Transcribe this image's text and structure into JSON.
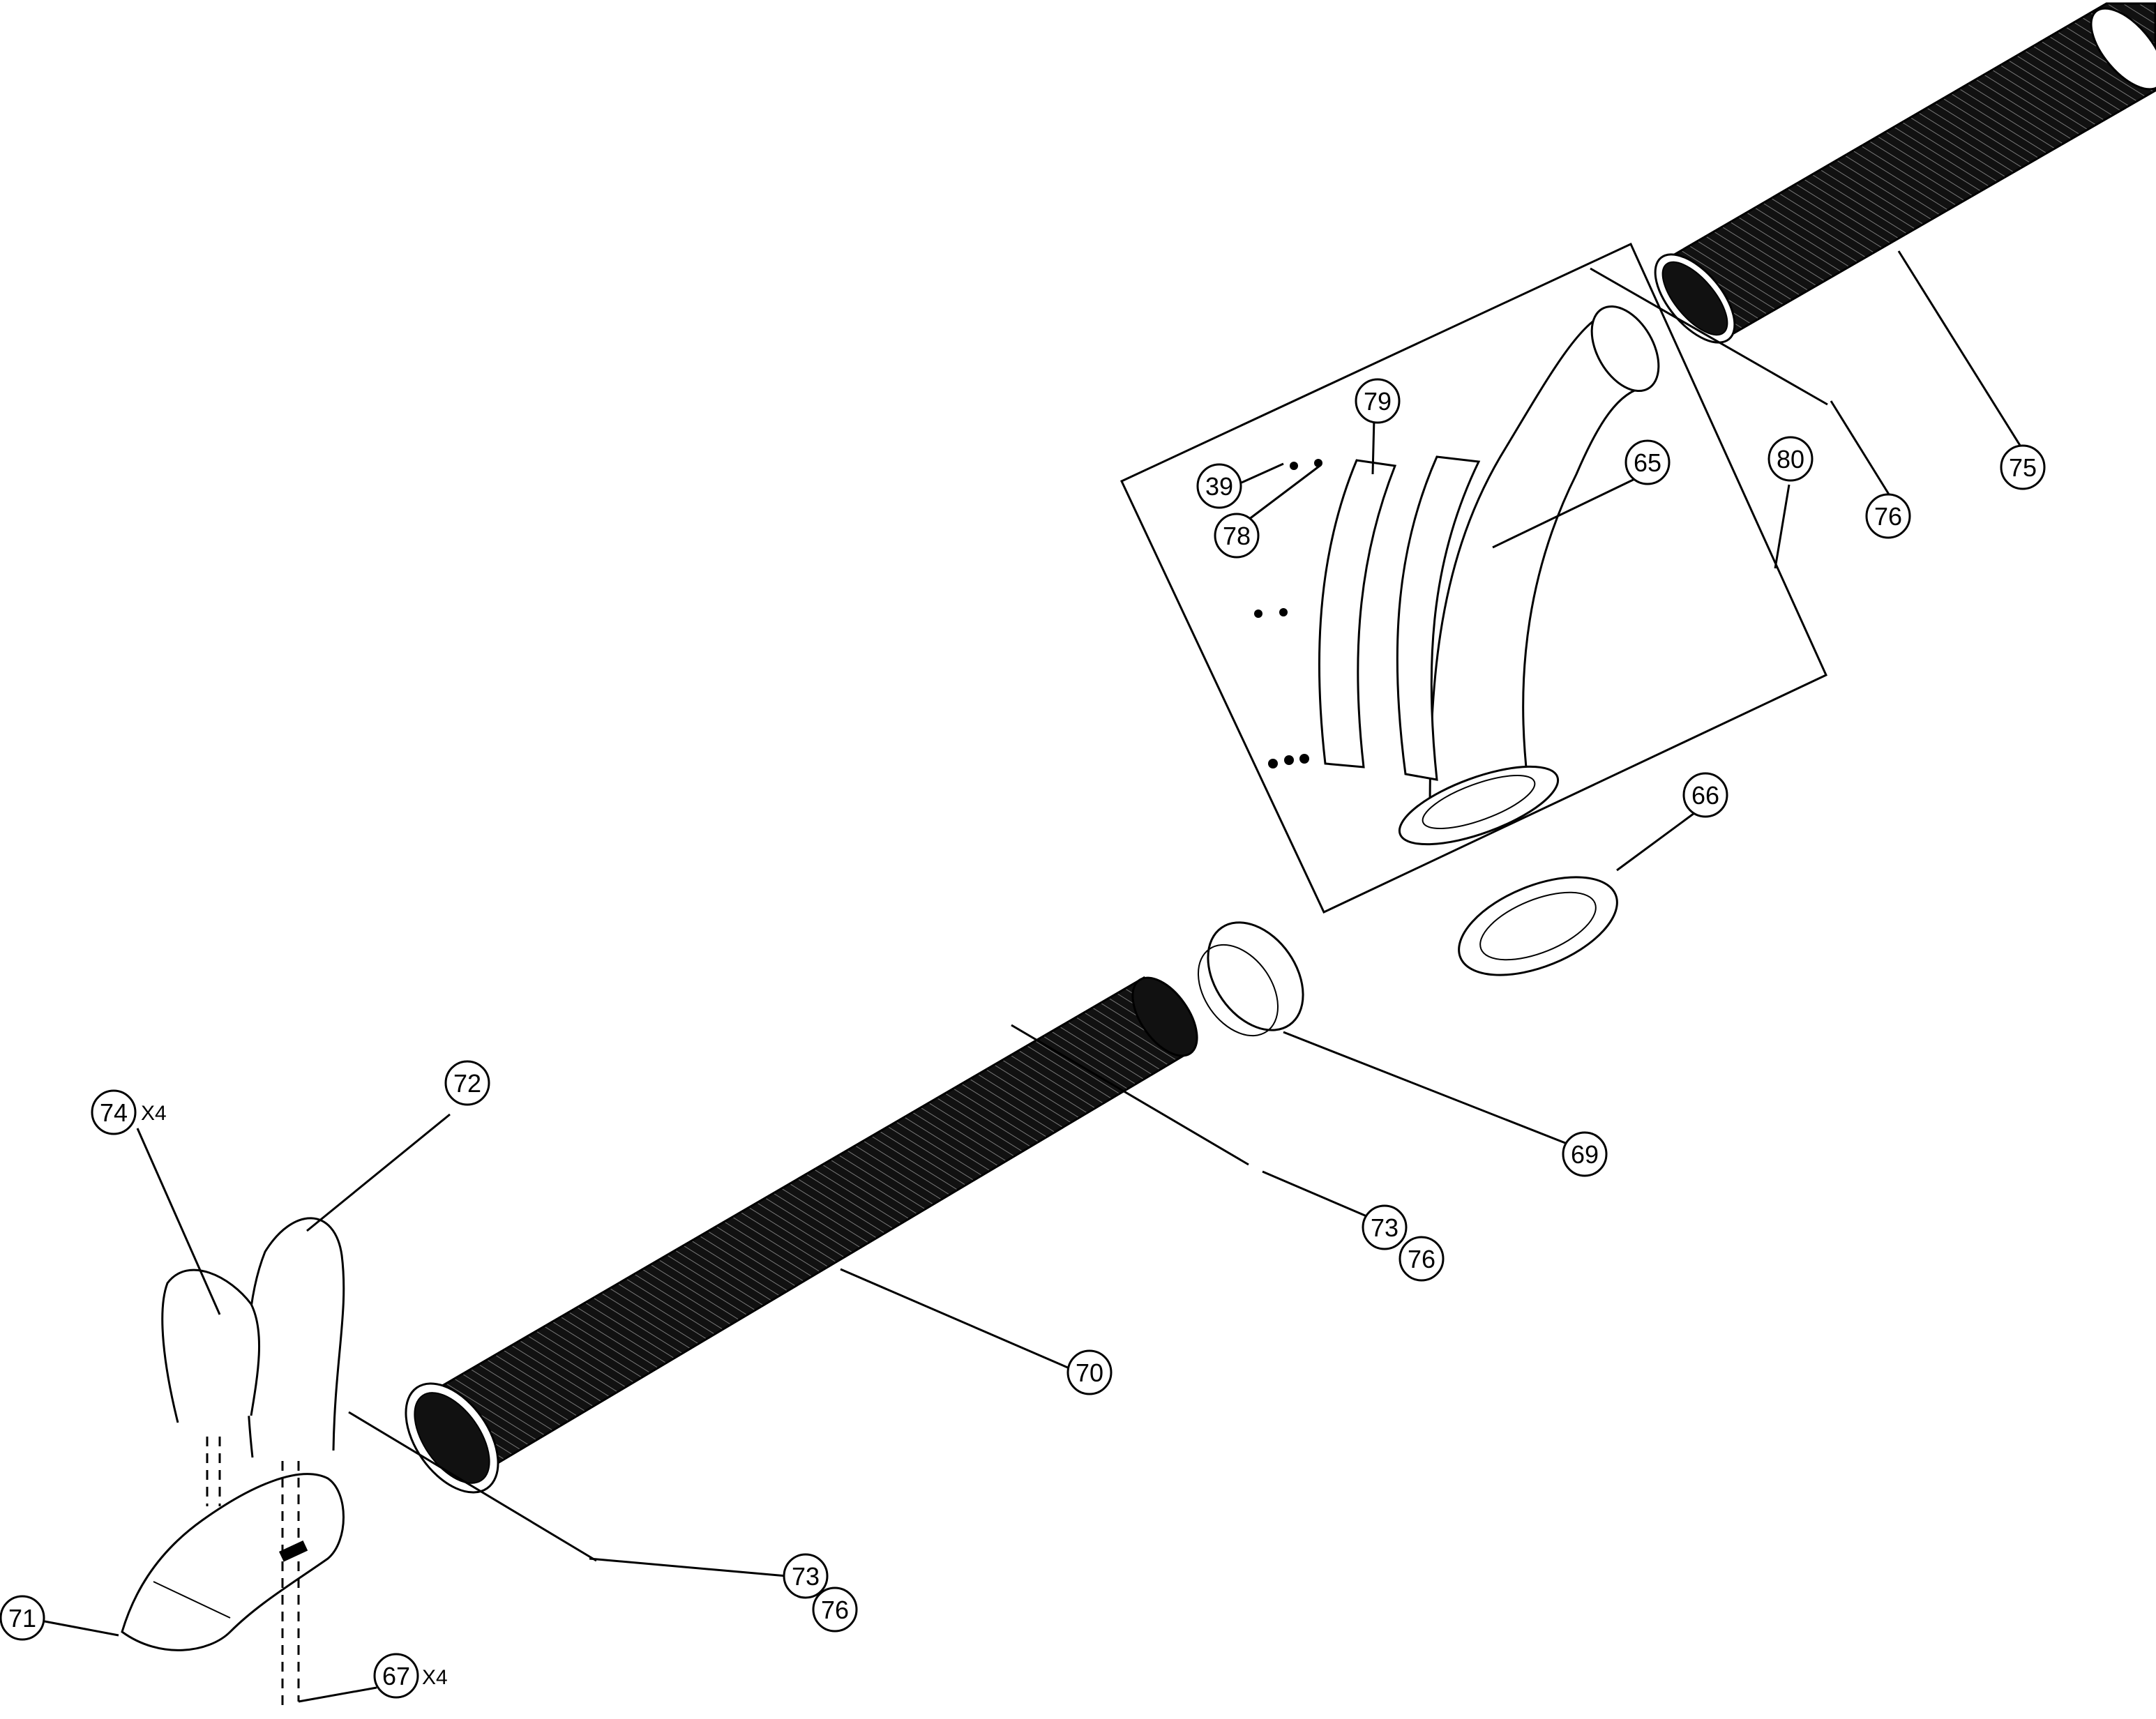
{
  "callouts": {
    "c39": "39",
    "c78": "78",
    "c79": "79",
    "c65": "65",
    "c80": "80",
    "c76a": "76",
    "c75": "75",
    "c66": "66",
    "c69": "69",
    "c73a": "73",
    "c76b": "76",
    "c70": "70",
    "c72": "72",
    "c74": "74",
    "c74q": "X4",
    "c73b": "73",
    "c76c": "76",
    "c71": "71",
    "c67": "67",
    "c67q": "X4"
  }
}
